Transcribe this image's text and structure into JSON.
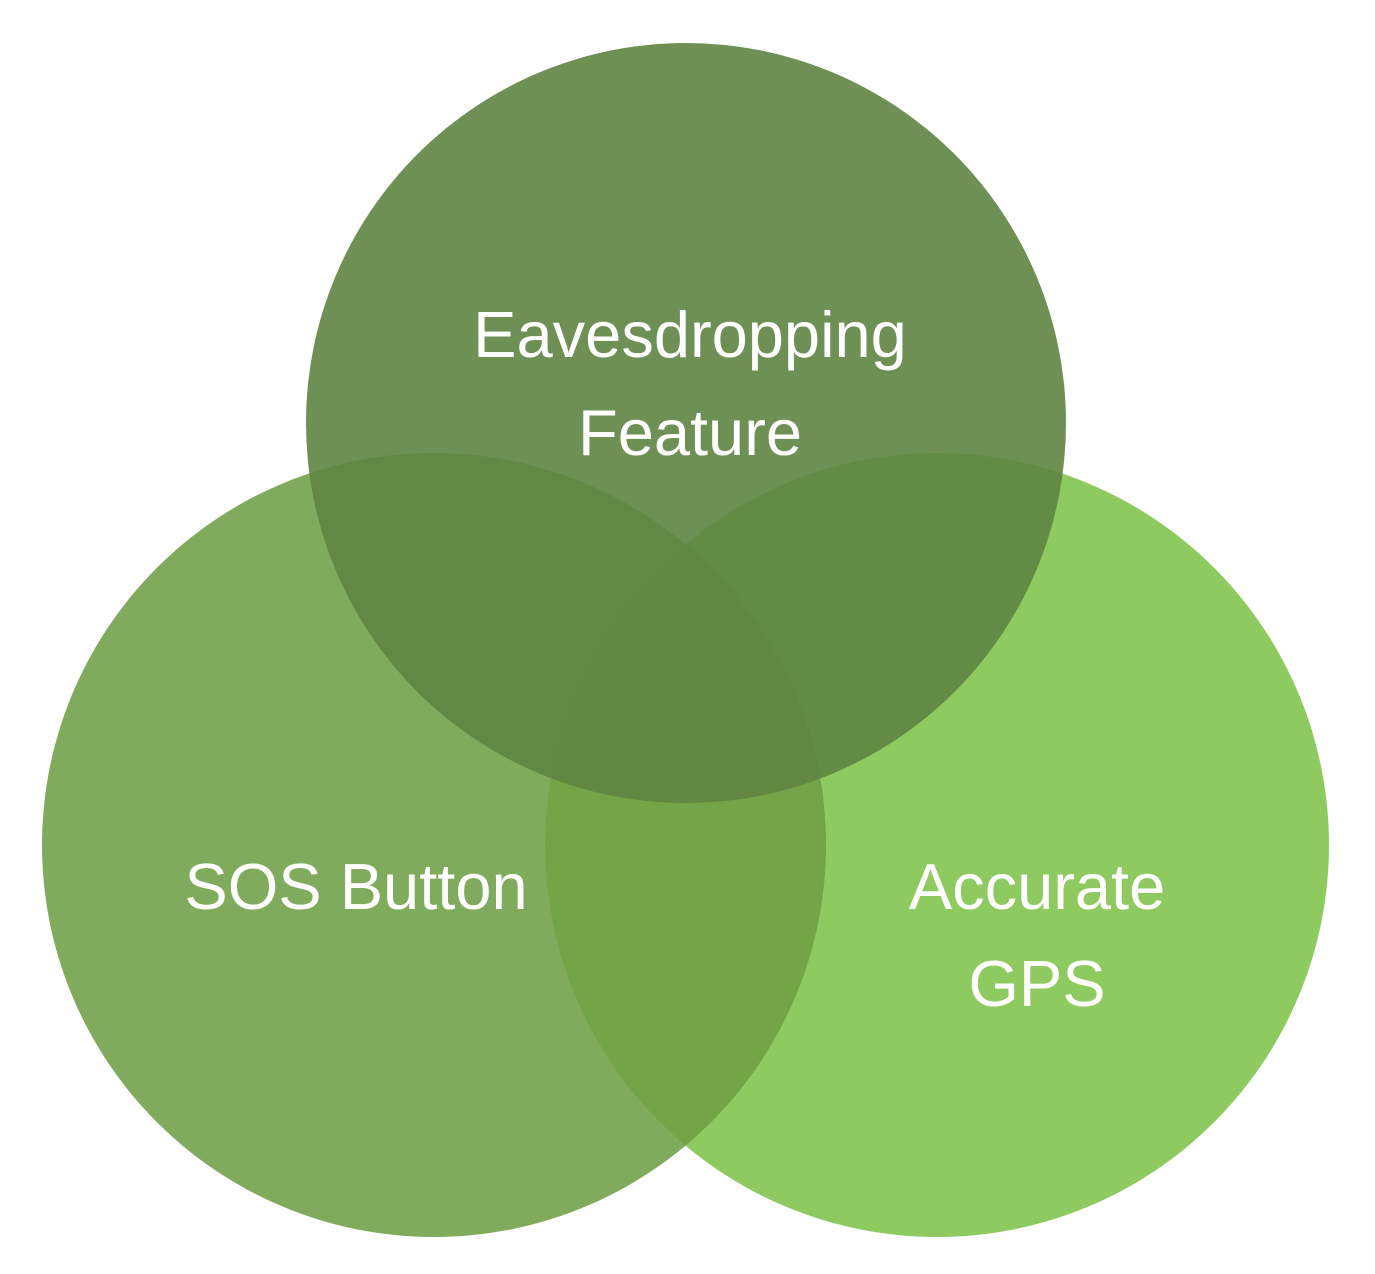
{
  "diagram": {
    "type": "venn",
    "sets": [
      {
        "id": "top",
        "label_lines": [
          "Eavesdropping",
          "Feature"
        ],
        "color": "#5f8442"
      },
      {
        "id": "left",
        "label_lines": [
          "SOS Button"
        ],
        "color": "#6f9f45"
      },
      {
        "id": "right",
        "label_lines": [
          "Accurate",
          "GPS"
        ],
        "color": "#84c551"
      }
    ],
    "background": "#ffffff",
    "text_color": "#ffffff"
  }
}
